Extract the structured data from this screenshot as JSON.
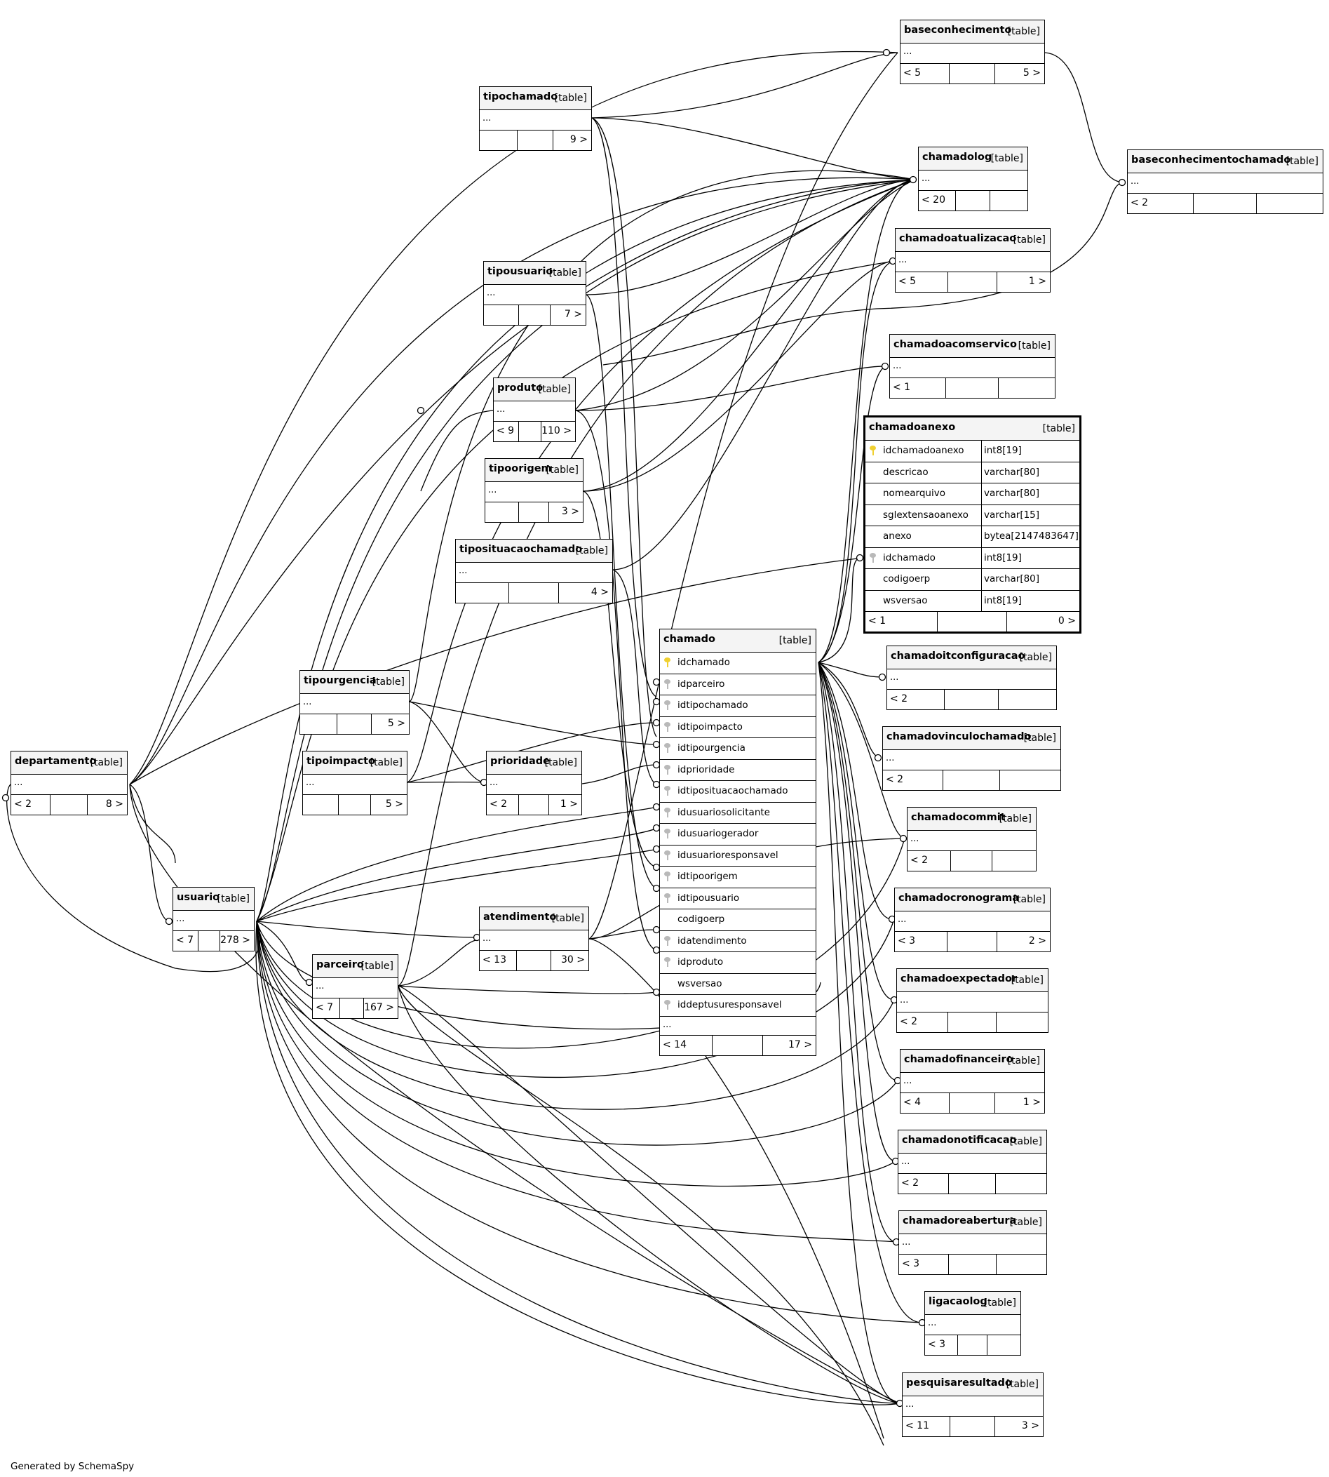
{
  "footer": "Generated by SchemaSpy",
  "tables": {
    "baseconhecimento": {
      "name": "baseconhecimento",
      "kind": "[table]",
      "placeholder": "...",
      "foot": [
        "< 5",
        "",
        "5 >"
      ]
    },
    "baseconhecimentochamado": {
      "name": "baseconhecimentochamado",
      "kind": "[table]",
      "placeholder": "...",
      "foot": [
        "< 2",
        "",
        ""
      ]
    },
    "tipochamado": {
      "name": "tipochamado",
      "kind": "[table]",
      "placeholder": "...",
      "foot": [
        "",
        "",
        "9 >"
      ]
    },
    "chamadolog": {
      "name": "chamadolog",
      "kind": "[table]",
      "placeholder": "...",
      "foot": [
        "< 20",
        "",
        ""
      ]
    },
    "chamadoatualizacao": {
      "name": "chamadoatualizacao",
      "kind": "[table]",
      "placeholder": "...",
      "foot": [
        "< 5",
        "",
        "1 >"
      ]
    },
    "tipousuario": {
      "name": "tipousuario",
      "kind": "[table]",
      "placeholder": "...",
      "foot": [
        "",
        "",
        "7 >"
      ]
    },
    "chamadoacomservico": {
      "name": "chamadoacomservico",
      "kind": "[table]",
      "placeholder": "...",
      "foot": [
        "< 1",
        "",
        ""
      ]
    },
    "produto": {
      "name": "produto",
      "kind": "[table]",
      "placeholder": "...",
      "foot": [
        "< 9",
        "",
        "110 >"
      ]
    },
    "tipoorigem": {
      "name": "tipoorigem",
      "kind": "[table]",
      "placeholder": "...",
      "foot": [
        "",
        "",
        "3 >"
      ]
    },
    "tiposituacaochamado": {
      "name": "tiposituacaochamado",
      "kind": "[table]",
      "placeholder": "...",
      "foot": [
        "",
        "",
        "4 >"
      ]
    },
    "tipourgencia": {
      "name": "tipourgencia",
      "kind": "[table]",
      "placeholder": "...",
      "foot": [
        "",
        "",
        "5 >"
      ]
    },
    "tipoimpacto": {
      "name": "tipoimpacto",
      "kind": "[table]",
      "placeholder": "...",
      "foot": [
        "",
        "",
        "5 >"
      ]
    },
    "prioridade": {
      "name": "prioridade",
      "kind": "[table]",
      "placeholder": "...",
      "foot": [
        "< 2",
        "",
        "1 >"
      ]
    },
    "departamento": {
      "name": "departamento",
      "kind": "[table]",
      "placeholder": "...",
      "foot": [
        "< 2",
        "",
        "8 >"
      ]
    },
    "usuario": {
      "name": "usuario",
      "kind": "[table]",
      "placeholder": "...",
      "foot": [
        "< 7",
        "",
        "278 >"
      ]
    },
    "parceiro": {
      "name": "parceiro",
      "kind": "[table]",
      "placeholder": "...",
      "foot": [
        "< 7",
        "",
        "167 >"
      ]
    },
    "atendimento": {
      "name": "atendimento",
      "kind": "[table]",
      "placeholder": "...",
      "foot": [
        "< 13",
        "",
        "30 >"
      ]
    },
    "chamadoitconfiguracao": {
      "name": "chamadoitconfiguracao",
      "kind": "[table]",
      "placeholder": "...",
      "foot": [
        "< 2",
        "",
        ""
      ]
    },
    "chamadovinculochamado": {
      "name": "chamadovinculochamado",
      "kind": "[table]",
      "placeholder": "...",
      "foot": [
        "< 2",
        "",
        ""
      ]
    },
    "chamadocommit": {
      "name": "chamadocommit",
      "kind": "[table]",
      "placeholder": "...",
      "foot": [
        "< 2",
        "",
        ""
      ]
    },
    "chamadocronograma": {
      "name": "chamadocronograma",
      "kind": "[table]",
      "placeholder": "...",
      "foot": [
        "< 3",
        "",
        "2 >"
      ]
    },
    "chamadoexpectador": {
      "name": "chamadoexpectador",
      "kind": "[table]",
      "placeholder": "...",
      "foot": [
        "< 2",
        "",
        ""
      ]
    },
    "chamadofinanceiro": {
      "name": "chamadofinanceiro",
      "kind": "[table]",
      "placeholder": "...",
      "foot": [
        "< 4",
        "",
        "1 >"
      ]
    },
    "chamadonotificacao": {
      "name": "chamadonotificacao",
      "kind": "[table]",
      "placeholder": "...",
      "foot": [
        "< 2",
        "",
        ""
      ]
    },
    "chamadoreabertura": {
      "name": "chamadoreabertura",
      "kind": "[table]",
      "placeholder": "...",
      "foot": [
        "< 3",
        "",
        ""
      ]
    },
    "ligacaolog": {
      "name": "ligacaolog",
      "kind": "[table]",
      "placeholder": "...",
      "foot": [
        "< 3",
        "",
        ""
      ]
    },
    "pesquisaresultado": {
      "name": "pesquisaresultado",
      "kind": "[table]",
      "placeholder": "...",
      "foot": [
        "< 11",
        "",
        "3 >"
      ]
    }
  },
  "chamadoanexo": {
    "name": "chamadoanexo",
    "kind": "[table]",
    "columns": [
      {
        "name": "idchamadoanexo",
        "type": "int8[19]",
        "key": "pk"
      },
      {
        "name": "descricao",
        "type": "varchar[80]",
        "key": ""
      },
      {
        "name": "nomearquivo",
        "type": "varchar[80]",
        "key": ""
      },
      {
        "name": "sglextensaoanexo",
        "type": "varchar[15]",
        "key": ""
      },
      {
        "name": "anexo",
        "type": "bytea[2147483647]",
        "key": ""
      },
      {
        "name": "idchamado",
        "type": "int8[19]",
        "key": "fk"
      },
      {
        "name": "codigoerp",
        "type": "varchar[80]",
        "key": ""
      },
      {
        "name": "wsversao",
        "type": "int8[19]",
        "key": ""
      }
    ],
    "foot": [
      "< 1",
      "",
      "0 >"
    ]
  },
  "chamado": {
    "name": "chamado",
    "kind": "[table]",
    "columns": [
      {
        "name": "idchamado",
        "key": "pk"
      },
      {
        "name": "idparceiro",
        "key": "fk"
      },
      {
        "name": "idtipochamado",
        "key": "fk"
      },
      {
        "name": "idtipoimpacto",
        "key": "fk"
      },
      {
        "name": "idtipourgencia",
        "key": "fk"
      },
      {
        "name": "idprioridade",
        "key": "fk"
      },
      {
        "name": "idtiposituacaochamado",
        "key": "fk"
      },
      {
        "name": "idusuariosolicitante",
        "key": "fk"
      },
      {
        "name": "idusuariogerador",
        "key": "fk"
      },
      {
        "name": "idusuarioresponsavel",
        "key": "fk"
      },
      {
        "name": "idtipoorigem",
        "key": "fk"
      },
      {
        "name": "idtipousuario",
        "key": "fk"
      },
      {
        "name": "codigoerp",
        "key": ""
      },
      {
        "name": "idatendimento",
        "key": "fk"
      },
      {
        "name": "idproduto",
        "key": "fk"
      },
      {
        "name": "wsversao",
        "key": ""
      },
      {
        "name": "iddeptusuresponsavel",
        "key": "fk"
      }
    ],
    "placeholder": "...",
    "foot": [
      "< 14",
      "",
      "17 >"
    ]
  }
}
